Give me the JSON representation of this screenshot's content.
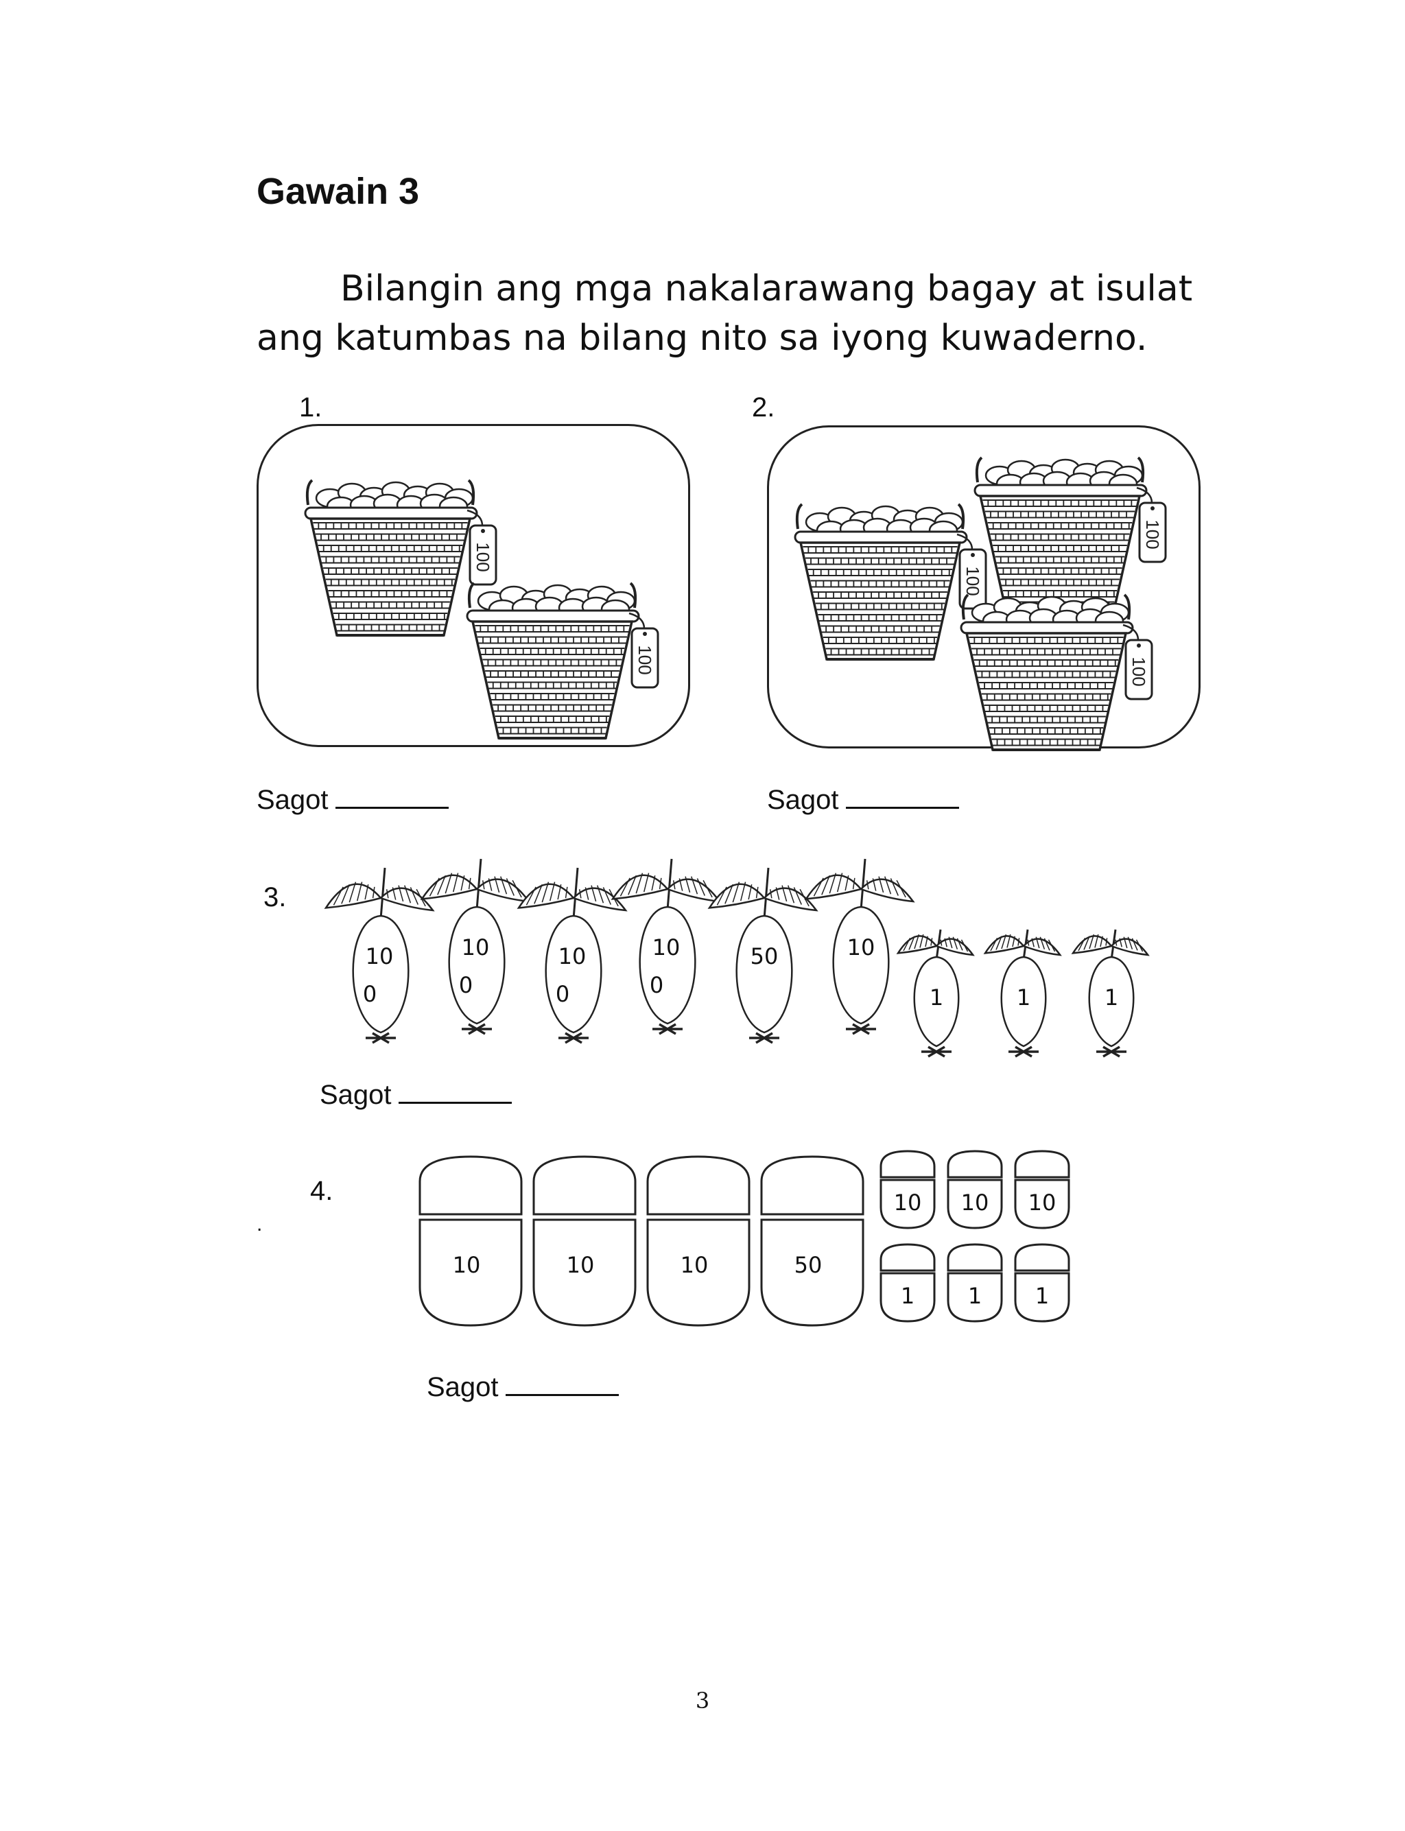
{
  "title": "Gawain 3",
  "instruction_line1": "Bilangin ang mga nakalarawang bagay at isulat",
  "instruction_line2": "ang katumbas na bilang nito sa iyong kuwaderno.",
  "answer_label": "Sagot",
  "items": [
    {
      "number": "1.",
      "basket_tags": [
        "100",
        "100"
      ]
    },
    {
      "number": "2.",
      "basket_tags": [
        "100",
        "100",
        "100"
      ]
    },
    {
      "number": "3.",
      "fruit_labels": [
        [
          "10",
          "0"
        ],
        [
          "10",
          "0"
        ],
        [
          "10",
          "0"
        ],
        [
          "10",
          "0"
        ],
        [
          "50"
        ],
        [
          "10"
        ],
        [
          "1"
        ],
        [
          "1"
        ],
        [
          "1"
        ]
      ]
    },
    {
      "number": "4.",
      "big_labels": [
        "10",
        "10",
        "10",
        "50"
      ],
      "small_top": [
        "10",
        "10",
        "10"
      ],
      "small_bottom": [
        "1",
        "1",
        "1"
      ]
    }
  ],
  "stray_dot": ".",
  "page_number": "3"
}
